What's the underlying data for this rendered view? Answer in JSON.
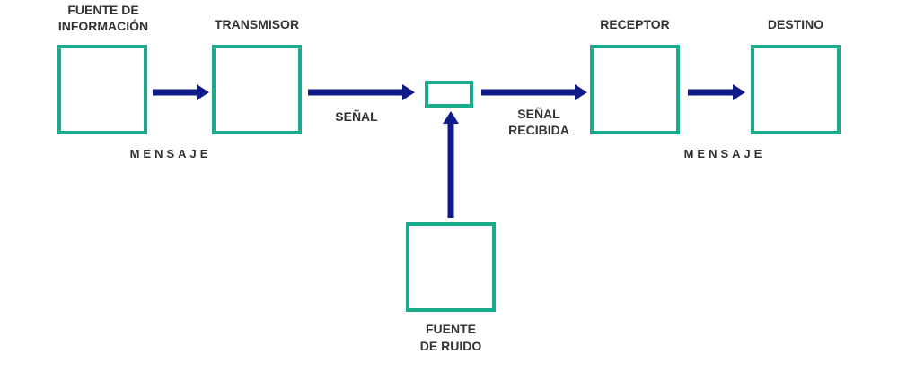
{
  "colors": {
    "box": "#1aab8a",
    "arrow": "#0f1a8a",
    "text": "#333333"
  },
  "nodes": {
    "fuente_informacion": "FUENTE DE\nINFORMACIÓN",
    "transmisor": "TRANSMISOR",
    "receptor": "RECEPTOR",
    "destino": "DESTINO",
    "fuente_ruido": "FUENTE\nDE RUIDO"
  },
  "edge_labels": {
    "mensaje_left": "MENSAJE",
    "senal": "SEÑAL",
    "senal_recibida": "SEÑAL\nRECIBIDA",
    "mensaje_right": "MENSAJE"
  }
}
